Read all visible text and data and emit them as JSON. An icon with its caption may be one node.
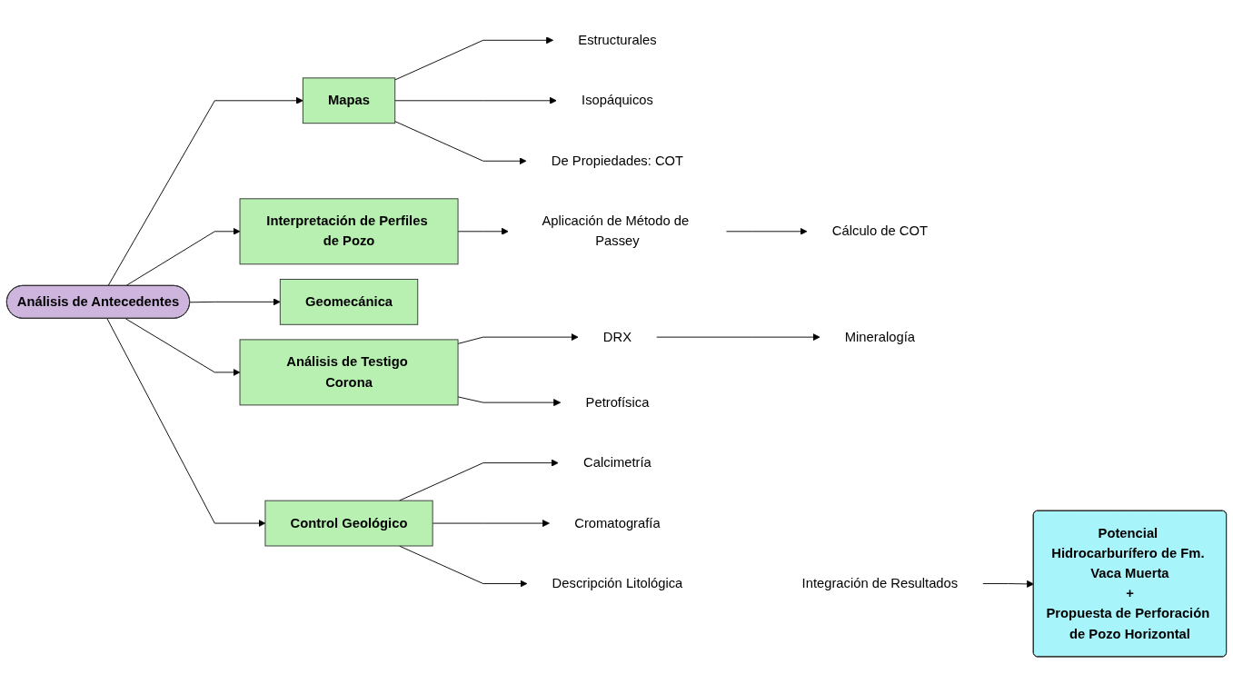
{
  "diagram": {
    "nodes": [
      {
        "text": [
          "Análisis de Antecedentes"
        ]
      },
      {
        "text": [
          "Mapas"
        ]
      },
      {
        "text": [
          "Estructurales"
        ]
      },
      {
        "text": [
          "Isopáquicos"
        ]
      },
      {
        "text": [
          "De Propiedades: COT"
        ]
      },
      {
        "text": [
          "Interpretación de Perfiles de Pozo"
        ]
      },
      {
        "text": [
          "Aplicación de Método de Passey"
        ]
      },
      {
        "text": [
          "Cálculo de COT"
        ]
      },
      {
        "text": [
          "Geomecánica"
        ]
      },
      {
        "text": [
          "Análisis de Testigo Corona"
        ]
      },
      {
        "text": [
          "DRX"
        ]
      },
      {
        "text": [
          "Mineralogía"
        ]
      },
      {
        "text": [
          "Petrofísica"
        ]
      },
      {
        "text": [
          "Control Geológico"
        ]
      },
      {
        "text": [
          "Calcimetría"
        ]
      },
      {
        "text": [
          "Cromatografía"
        ]
      },
      {
        "text": [
          "Descripción Litológica"
        ]
      },
      {
        "text": [
          "Integración de Resultados"
        ]
      },
      {
        "text": [
          "Potencial Hidrocarburífero de Fm. Vaca Muerta",
          "+",
          "Propuesta de Perforación de Pozo Horizontal"
        ]
      }
    ],
    "edges": [
      {
        "from": 0,
        "to": 1,
        "arrow": "to"
      },
      {
        "from": 1,
        "to": 2,
        "arrow": "to"
      },
      {
        "from": 1,
        "to": 3,
        "arrow": "to"
      },
      {
        "from": 1,
        "to": 4,
        "arrow": "to"
      },
      {
        "from": 0,
        "to": 5,
        "arrow": "to"
      },
      {
        "from": 5,
        "to": 6,
        "arrow": "to"
      },
      {
        "from": 6,
        "to": 7,
        "arrow": "to"
      },
      {
        "from": 0,
        "to": 8,
        "arrow": "to"
      },
      {
        "from": 0,
        "to": 9,
        "arrow": "to"
      },
      {
        "from": 9,
        "to": 10,
        "arrow": "to"
      },
      {
        "from": 10,
        "to": 11,
        "arrow": "to"
      },
      {
        "from": 9,
        "to": 12,
        "arrow": "to"
      },
      {
        "from": 0,
        "to": 13,
        "arrow": "to"
      },
      {
        "from": 13,
        "to": 14,
        "arrow": "to"
      },
      {
        "from": 13,
        "to": 15,
        "arrow": "to"
      },
      {
        "from": 13,
        "to": 16,
        "arrow": "to"
      },
      {
        "from": 17,
        "to": 18,
        "arrow": "to"
      }
    ]
  }
}
